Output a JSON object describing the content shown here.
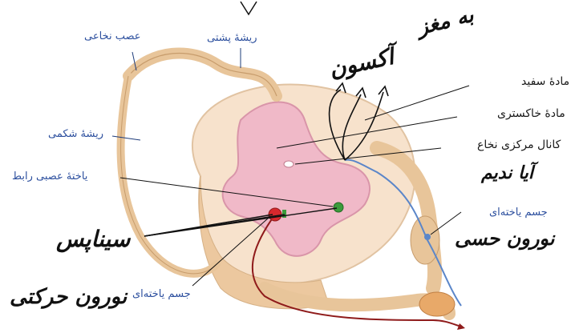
{
  "labels": {
    "spinal_nerve": "عصب نخاعی",
    "dorsal_root": "ریشهٔ پشتی",
    "ventral_root": "ریشهٔ شکمی",
    "white_matter": "مادهٔ سفید",
    "gray_matter": "مادهٔ خاکستری",
    "central_canal": "کانال مرکزی نخاع",
    "interneuron": "یاختهٔ عصبی رابط",
    "sensory_cell_body": "جسم یاخته‌ای",
    "motor_cell_body": "جسم یاخته‌ای"
  },
  "handwriting": {
    "to_brain": "به مغز",
    "axon": "آکسون",
    "dendrite": "آیا ندیم",
    "sensory_neuron": "نورون حسی",
    "synapses": "سیناپس",
    "motor_neuron": "نورون حرکتی"
  },
  "colors": {
    "label_blue": "#2c4f9e",
    "gray_matter_pink": "#f0b9c8",
    "white_matter": "#f7e2cc",
    "nerve_tan": "#e8c59a",
    "motor_cell_red": "#d8282d",
    "interneuron_green": "#3b9b3b",
    "axon_red": "#8f1b1b"
  }
}
